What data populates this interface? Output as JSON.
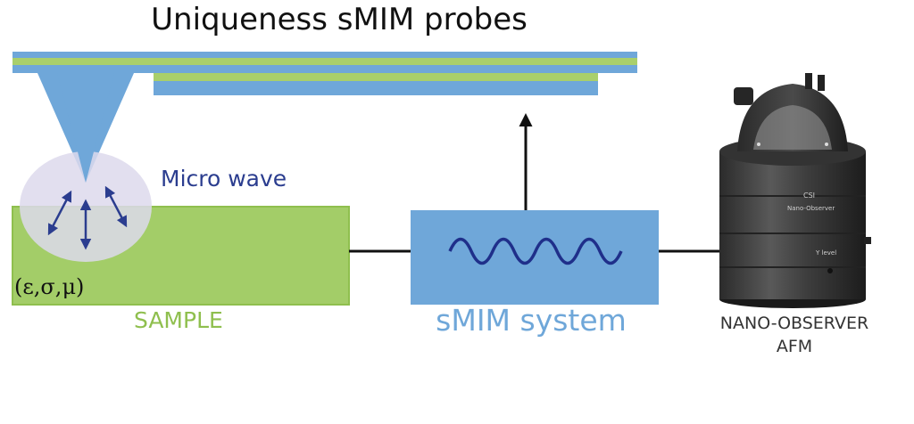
{
  "title": "Uniqueness sMIM probes",
  "microwave_label": "Micro wave",
  "sample_params": "(ε,σ,μ)",
  "sample_label": "SAMPLE",
  "system_label": "sMIM system",
  "afm_label_line1": "NANO-OBSERVER",
  "afm_label_line2": "AFM",
  "device_badge_line1": "CSI",
  "device_badge_line2": "Nano-Observer",
  "device_level_label": "Y level",
  "colors": {
    "probe_blue": "#6fa7d9",
    "probe_green": "#a9cf6b",
    "sample_fill": "#a3cd68",
    "sample_stroke": "#8fbf4e",
    "arrow_navy": "#2b3d8f",
    "wave_navy": "#1f2f8a",
    "bubble": "#ddd9ec"
  }
}
